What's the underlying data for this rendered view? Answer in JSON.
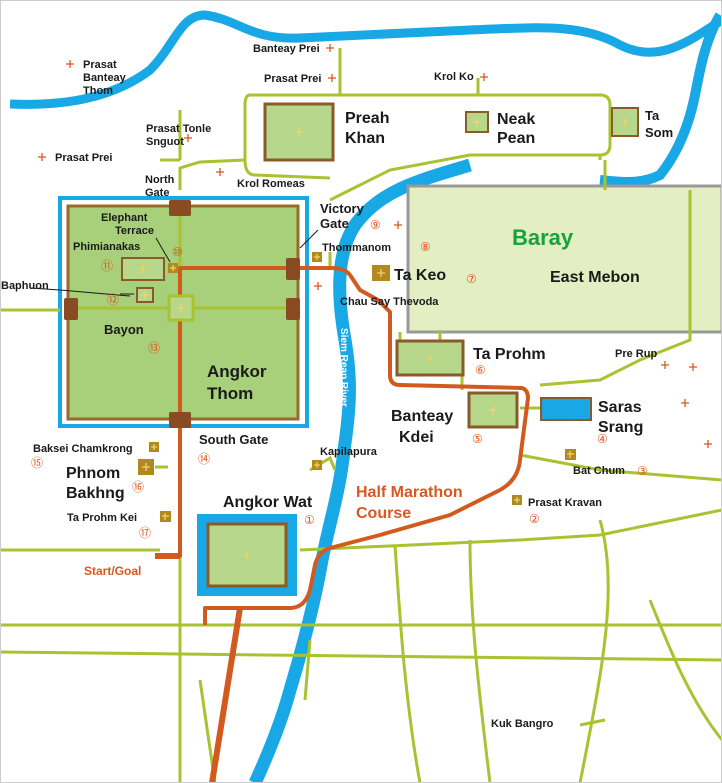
{
  "map": {
    "title": "Angkor Half Marathon Map",
    "colors": {
      "water": "#19a8e6",
      "road": "#a9c231",
      "course": "#d35a1f",
      "temple_fill": "#b7d88a",
      "temple_border": "#9a6a2a",
      "baray_fill": "#e3efc2",
      "angkor_thom_fill": "#a8cf7a",
      "marker": "#b08a1e",
      "number": "#e0531b"
    },
    "areas": {
      "baray": "Baray",
      "east_mebon": "East Mebon",
      "angkor_thom": [
        "Angkor",
        "Thom"
      ]
    },
    "temples": {
      "preah_khan": [
        "Preah",
        "Khan"
      ],
      "neak_pean": [
        "Neak",
        "Pean"
      ],
      "ta_som": [
        "Ta",
        "Som"
      ],
      "ta_keo": "Ta Keo",
      "ta_prohm": "Ta Prohm",
      "banteay_kdei": [
        "Banteay",
        "Kdei"
      ],
      "saras_srang": [
        "Saras",
        "Srang"
      ],
      "phnom_bakhng": [
        "Phnom",
        "Bakhng"
      ],
      "angkor_wat": "Angkor Wat",
      "bayon": "Bayon"
    },
    "gates": {
      "victory_gate": [
        "Victory",
        "Gate"
      ],
      "south_gate": "South Gate",
      "north_gate": [
        "North",
        "Gate"
      ]
    },
    "sites": {
      "prasat_banteay_thom": [
        "Prasat",
        "Banteay",
        "Thom"
      ],
      "prasat_prei_w": "Prasat Prei",
      "banteay_prei": "Banteay Prei",
      "prasat_prei_n": "Prasat Prei",
      "krol_ko": "Krol Ko",
      "prasat_tonle_snguot": [
        "Prasat Tonle",
        "Snguot"
      ],
      "krol_romeas": "Krol Romeas",
      "elephant_terrace": [
        "Elephant",
        "Terrace"
      ],
      "phimianakas": "Phimianakas",
      "baphuon": "Baphuon",
      "thommanom": "Thommanom",
      "chau_say_thevoda": "Chau Say Thevoda",
      "pre_rup": "Pre Rup",
      "bat_chum": "Bat Chum",
      "prasat_kravan": "Prasat Kravan",
      "kapilapura": "Kapilapura",
      "baksei_chamkrong": "Baksei Chamkrong",
      "ta_prohm_kei": "Ta Prohm Kei",
      "kuk_bangro": "Kuk Bangro"
    },
    "numbers": {
      "n1": "①",
      "n2": "②",
      "n3": "③",
      "n4": "④",
      "n5": "⑤",
      "n6": "⑥",
      "n7": "⑦",
      "n8": "⑧",
      "n9": "⑨",
      "n10": "⑩",
      "n11": "⑪",
      "n12": "⑫",
      "n13": "⑬",
      "n14": "⑭",
      "n15": "⑮",
      "n16": "⑯",
      "n17": "⑰"
    },
    "river": "Siem Reap River",
    "course": [
      "Half Marathon",
      "Course"
    ],
    "start_goal": "Start/Goal"
  }
}
